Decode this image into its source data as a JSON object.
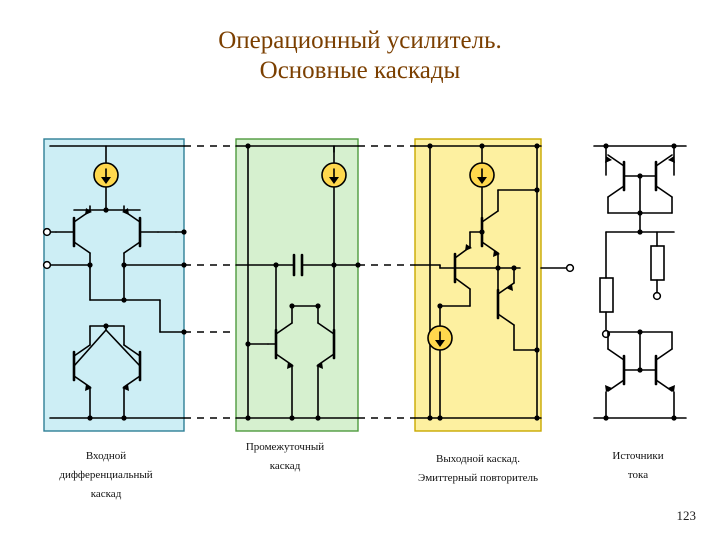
{
  "slide": {
    "title_line1": "Операционный усилитель.",
    "title_line2": "Основные каскады",
    "title_color": "#7b3f00",
    "page_number": "123",
    "background": "#ffffff"
  },
  "blocks": [
    {
      "id": "input-stage",
      "fill": "#cdeef5",
      "stroke": "#2f7f96",
      "caption": [
        "Входной",
        "дифференциальный",
        "каскад"
      ]
    },
    {
      "id": "intermediate-stage",
      "fill": "#d6f0cf",
      "stroke": "#4f9b3f",
      "caption": [
        "Промежуточный",
        "каскад"
      ]
    },
    {
      "id": "output-stage",
      "fill": "#fdf0a0",
      "stroke": "#c9a800",
      "caption": [
        "Выходной каскад.",
        "Эмиттерный повторитель"
      ]
    },
    {
      "id": "current-sources",
      "fill": "#ffffff",
      "stroke": "#ffffff",
      "caption": [
        "Источники",
        "тока"
      ]
    }
  ],
  "captions": {
    "input": "Входной\nдифференциальный\nкаскад",
    "input_l1": "Входной",
    "input_l2": "дифференциальный",
    "input_l3": "каскад",
    "mid_l1": "Промежуточный",
    "mid_l2": "каскад",
    "out_l1": "Выходной каскад.",
    "out_l2": "Эмиттерный повторитель",
    "src_l1": "Источники",
    "src_l2": "тока"
  },
  "schematic": {
    "wire_color": "#000000",
    "current_source_fill": "#ffd84d",
    "current_source_stroke": "#000000",
    "node_dot_color": "#000000",
    "dashed_link_color": "#000000",
    "elements": [
      "current-source-symbol",
      "npn-transistor",
      "pnp-transistor",
      "capacitor",
      "resistor",
      "node-dot",
      "input-terminal",
      "output-terminal"
    ]
  }
}
